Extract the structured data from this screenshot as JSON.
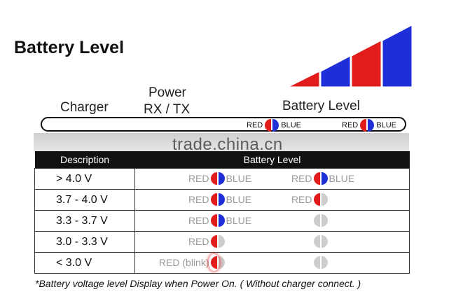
{
  "title": "Battery Level",
  "labels": {
    "charger": "Charger",
    "power": "Power",
    "rx_tx": "RX / TX",
    "battery_level": "Battery Level"
  },
  "strip": {
    "indicators": [
      {
        "left_word": "RED",
        "right_word": "BLUE"
      },
      {
        "left_word": "RED",
        "right_word": "BLUE"
      }
    ]
  },
  "watermark": "trade.china.cn",
  "table": {
    "headers": [
      "Description",
      "Battery Level"
    ],
    "rows": [
      {
        "description": "> 4.0 V",
        "left": {
          "word": "RED",
          "right_word": "BLUE",
          "left_half": "red",
          "right_half": "blue"
        },
        "right": {
          "word": "RED",
          "right_word": "BLUE",
          "left_half": "red",
          "right_half": "blue"
        }
      },
      {
        "description": "3.7 - 4.0 V",
        "left": {
          "word": "RED",
          "right_word": "BLUE",
          "left_half": "red",
          "right_half": "blue"
        },
        "right": {
          "word": "RED",
          "right_word": "",
          "left_half": "red",
          "right_half": "off"
        }
      },
      {
        "description": "3.3 - 3.7 V",
        "left": {
          "word": "RED",
          "right_word": "BLUE",
          "left_half": "red",
          "right_half": "blue"
        },
        "right": {
          "word": "",
          "right_word": "",
          "left_half": "off",
          "right_half": "off"
        }
      },
      {
        "description": "3.0 - 3.3 V",
        "left": {
          "word": "RED",
          "right_word": "",
          "left_half": "red",
          "right_half": "off"
        },
        "right": {
          "word": "",
          "right_word": "",
          "left_half": "off",
          "right_half": "off"
        }
      },
      {
        "description": "< 3.0 V",
        "left": {
          "word": "RED (blink)",
          "right_word": "",
          "left_half": "red",
          "right_half": "off",
          "blink": true
        },
        "right": {
          "word": "",
          "right_word": "",
          "left_half": "off",
          "right_half": "off"
        }
      }
    ]
  },
  "footnote": "*Battery voltage level Display when Power On. ( Without charger connect. )",
  "colors": {
    "red": "#e21b1b",
    "blue": "#1e2fd8",
    "off": "#cdcdcd"
  }
}
